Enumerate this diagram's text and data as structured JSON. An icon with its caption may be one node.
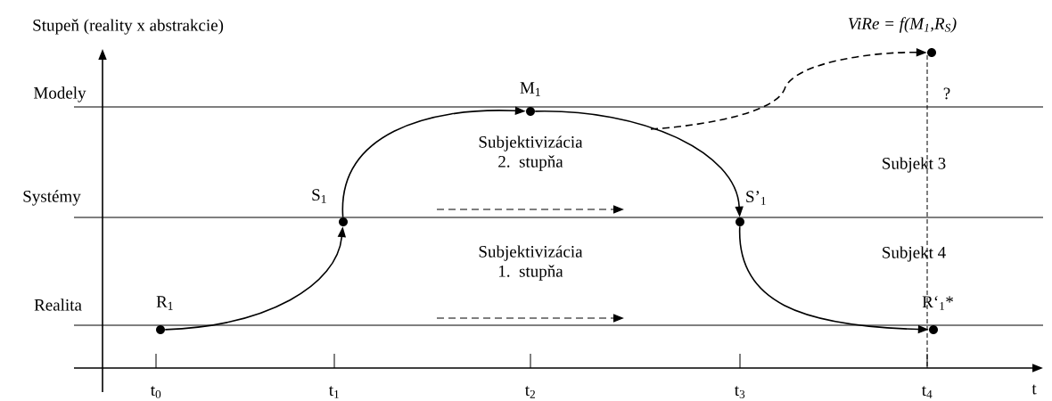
{
  "diagram": {
    "title": "Stupeň (reality x abstrakcie)",
    "nodes": [
      {
        "text": [],
        "shape": "circle",
        "beside": [
          "R$_{1}$"
        ]
      },
      {
        "text": [],
        "shape": "circle",
        "beside": [
          "S$_{1}$"
        ]
      },
      {
        "text": [],
        "shape": "circle",
        "beside": [
          "M$_{1}$"
        ]
      },
      {
        "text": [],
        "shape": "circle",
        "beside": [
          "S’$_{1}$"
        ]
      },
      {
        "text": [],
        "shape": "circle",
        "beside": [
          "R‘$_{1}$*"
        ]
      },
      {
        "text": [],
        "shape": "circle",
        "beside": [
          "ViRe = f(M$_{1}$,R$_{S}$)"
        ]
      }
    ],
    "edges": [
      {
        "from": 0,
        "to": 1,
        "arrow": "to"
      },
      {
        "from": 1,
        "to": 2,
        "arrow": "to"
      },
      {
        "from": 2,
        "to": 3,
        "arrow": "to"
      },
      {
        "from": 3,
        "to": 4,
        "arrow": "to"
      },
      {
        "from": null,
        "to": 5,
        "arrow": "to",
        "style": "dashed"
      }
    ],
    "labels": [
      "Modely",
      "?",
      "Subjektivizácia 2. stupňa",
      "Subjekt 3",
      "Systémy",
      "Subjektivizácia 1. stupňa",
      "Subjekt 4",
      "Realita",
      "t$_{0}$",
      "t$_{1}$",
      "t$_{2}$",
      "t$_{3}$",
      "t$_{4}$",
      "t"
    ]
  }
}
